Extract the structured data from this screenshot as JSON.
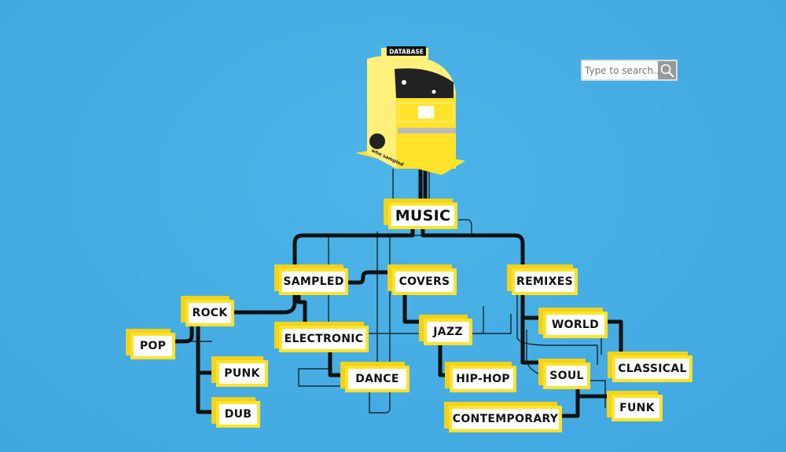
{
  "jukebox": {
    "label": "DATABASE",
    "logo": "who sampled"
  },
  "search": {
    "placeholder": "Type to search...",
    "icon": "magnifier-icon"
  },
  "nodes": {
    "music": "MUSIC",
    "sampled": "SAMPLED",
    "covers": "COVERS",
    "remixes": "REMIXES",
    "rock": "ROCK",
    "electronic": "ELECTRONIC",
    "jazz": "JAZZ",
    "world": "WORLD",
    "pop": "POP",
    "classical": "CLASSICAL",
    "punk": "PUNK",
    "dance": "DANCE",
    "hiphop": "HIP-HOP",
    "soul": "SOUL",
    "contemporary": "CONTEMPORARY",
    "funk": "FUNK",
    "dub": "DUB"
  },
  "colors": {
    "background": "#45aee4",
    "accent": "#ffe22a",
    "line": "#111111"
  }
}
